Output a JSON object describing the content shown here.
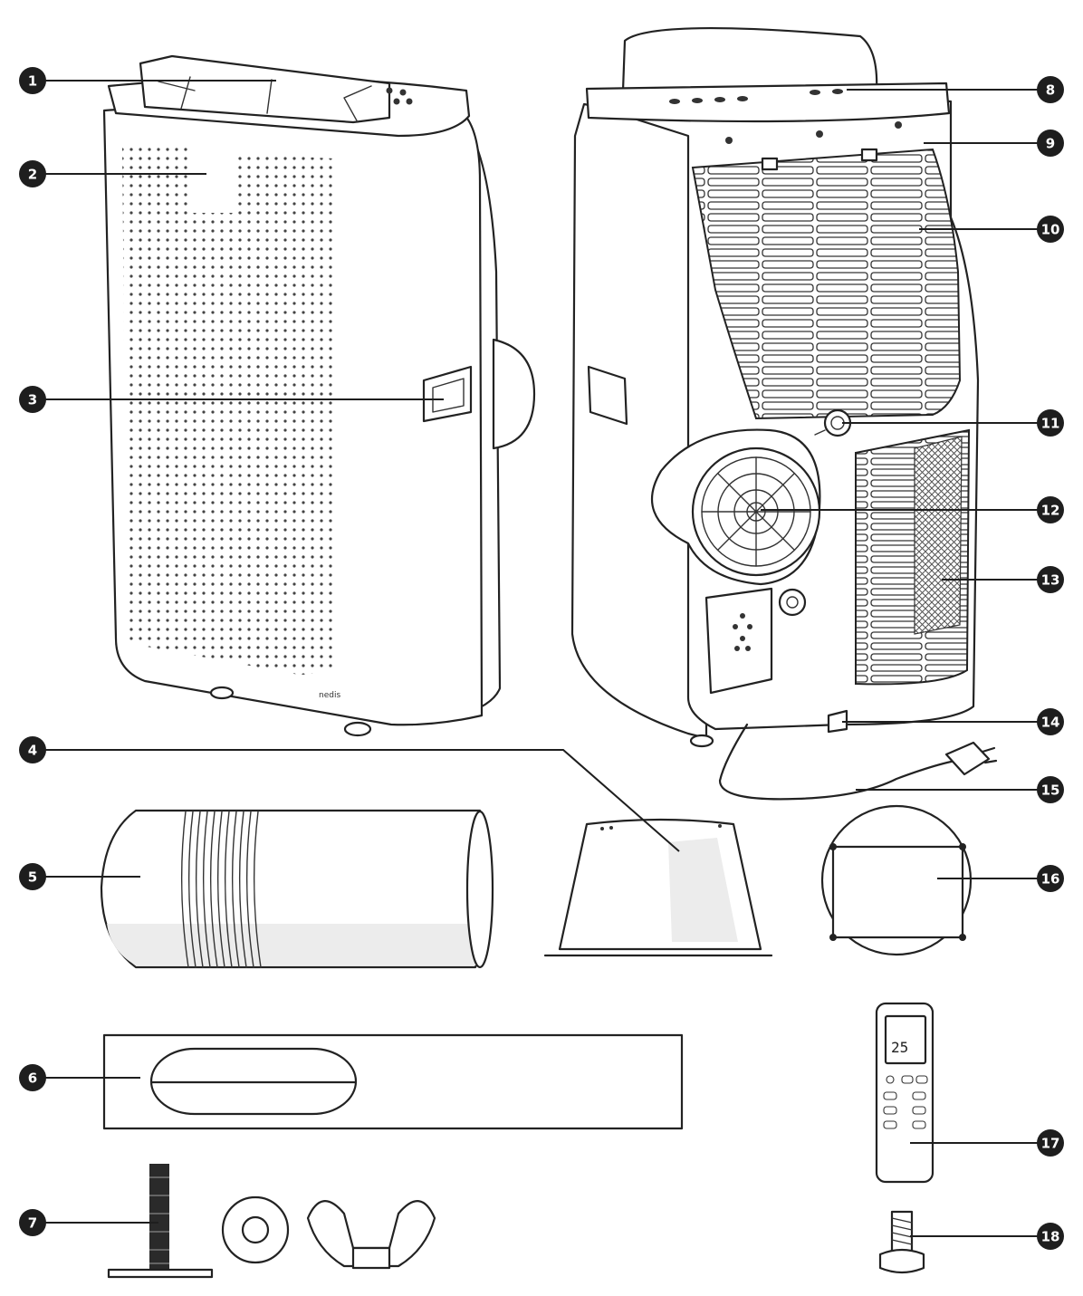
{
  "callouts": [
    "1",
    "2",
    "3",
    "4",
    "5",
    "6",
    "7",
    "8",
    "9",
    "10",
    "11",
    "12",
    "13",
    "14",
    "15",
    "16",
    "17",
    "18"
  ],
  "remote_display": "25",
  "brand_text": "nedis",
  "colors": {
    "line": "#222222",
    "callout": "#1e1e1e",
    "background": "#ffffff"
  }
}
